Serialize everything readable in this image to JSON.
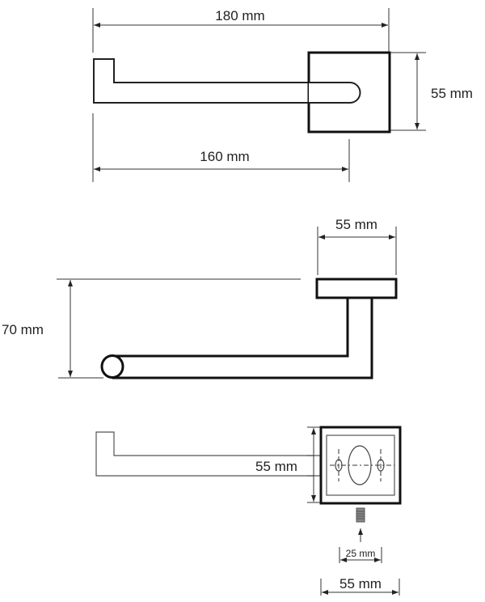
{
  "top_view": {
    "overall_length": "180 mm",
    "bar_length": "160 mm",
    "plate_height": "55 mm"
  },
  "side_view": {
    "plate_width": "55 mm",
    "projection": "70 mm"
  },
  "bottom_view": {
    "plate_height": "55 mm",
    "screw_spacing": "25 mm",
    "plate_width": "55 mm"
  }
}
